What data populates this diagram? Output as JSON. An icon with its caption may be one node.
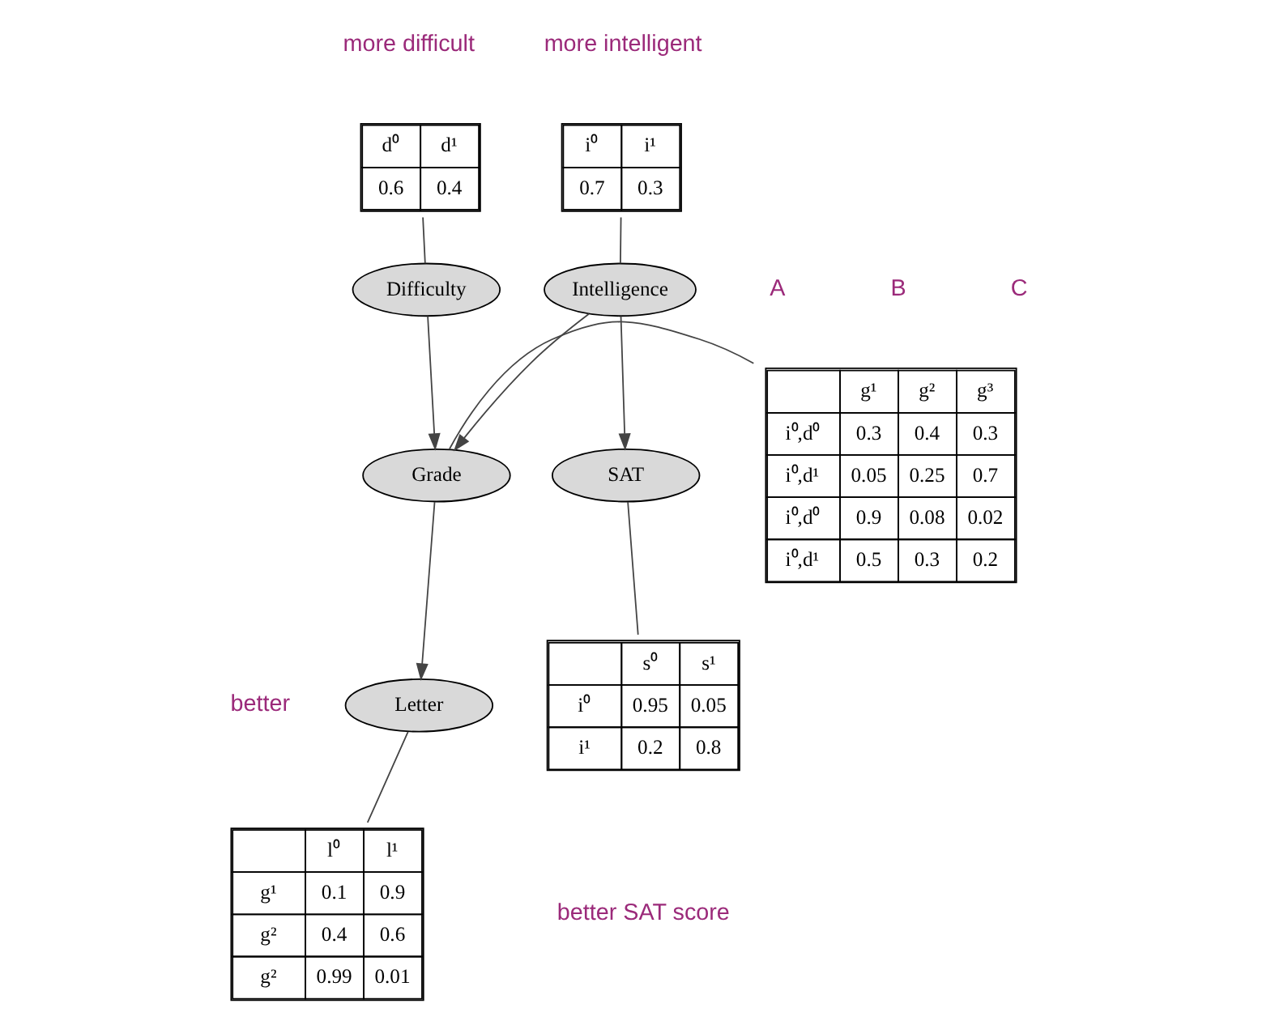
{
  "diagram": {
    "nodes": [
      {
        "text": [
          "d⁰",
          "d¹",
          "0.6",
          "0.4"
        ]
      },
      {
        "text": [
          "i⁰",
          "i¹",
          "0.7",
          "0.3"
        ]
      },
      {
        "text": [
          "Difficulty"
        ]
      },
      {
        "text": [
          "Intelligence"
        ]
      },
      {
        "text": [
          "g¹",
          "g²",
          "g³",
          "i⁰,d⁰",
          "0.3",
          "0.4",
          "0.3",
          "i⁰,d¹",
          "0.05",
          "0.25",
          "0.7",
          "i⁰,d⁰",
          "0.9",
          "0.08",
          "0.02",
          "i⁰,d¹",
          "0.5",
          "0.3",
          "0.2"
        ]
      },
      {
        "text": [
          "Grade"
        ]
      },
      {
        "text": [
          "SAT"
        ]
      },
      {
        "text": [
          "s⁰",
          "s¹",
          "i⁰",
          "0.95",
          "0.05",
          "i¹",
          "0.2",
          "0.8"
        ]
      },
      {
        "text": [
          "Letter"
        ]
      },
      {
        "text": [
          "l⁰",
          "l¹",
          "g¹",
          "0.1",
          "0.9",
          "g²",
          "0.4",
          "0.6",
          "g²",
          "0.99",
          "0.01"
        ]
      }
    ],
    "edges": [
      {
        "from": 0,
        "to": 2,
        "arrow": "none"
      },
      {
        "from": 1,
        "to": 3,
        "arrow": "none"
      },
      {
        "from": 2,
        "to": 5,
        "arrow": "to"
      },
      {
        "from": 3,
        "to": 5,
        "arrow": "to"
      },
      {
        "from": 3,
        "to": 6,
        "arrow": "to"
      },
      {
        "from": 5,
        "to": 4,
        "arrow": "none"
      },
      {
        "from": 6,
        "to": 7,
        "arrow": "none"
      },
      {
        "from": 5,
        "to": 8,
        "arrow": "to"
      },
      {
        "from": 8,
        "to": 9,
        "arrow": "none"
      }
    ],
    "labels": [
      "more difficult",
      "more intelligent",
      "A",
      "B",
      "C",
      "better",
      "better SAT score"
    ]
  }
}
